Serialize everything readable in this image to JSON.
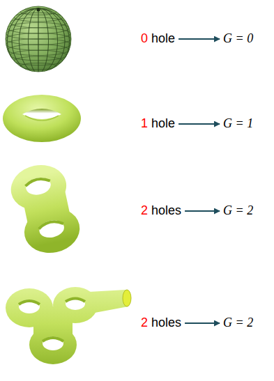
{
  "diagram": {
    "nodes": [
      {
        "text": [
          "0",
          "hole"
        ]
      },
      {
        "text": [
          "G = 0"
        ]
      },
      {
        "text": [
          "1",
          "hole"
        ]
      },
      {
        "text": [
          "G = 1"
        ]
      },
      {
        "text": [
          "2",
          "holes"
        ]
      },
      {
        "text": [
          "G = 2"
        ]
      },
      {
        "text": [
          "2",
          "holes"
        ]
      },
      {
        "text": [
          "G = 2"
        ]
      }
    ],
    "edges": [
      {
        "from": 0,
        "to": 1,
        "arrow": "to"
      },
      {
        "from": 2,
        "to": 3,
        "arrow": "to"
      },
      {
        "from": 4,
        "to": 5,
        "arrow": "to"
      },
      {
        "from": 6,
        "to": 7,
        "arrow": "to"
      }
    ]
  }
}
